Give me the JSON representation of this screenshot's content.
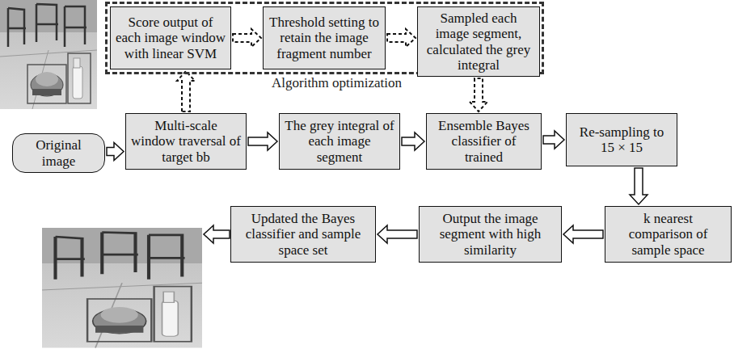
{
  "diagram": {
    "nodes": [
      {
        "text": [
          "Algorithm optimization"
        ]
      },
      {
        "text": [
          "Score output of each image window with linear SVM"
        ],
        "in": 0
      },
      {
        "text": [
          "Threshold setting to retain the image fragment number"
        ],
        "in": 0
      },
      {
        "text": [
          "Sampled each image segment, calculated the grey integral"
        ],
        "in": 0
      },
      {
        "text": [
          "Original image"
        ]
      },
      {
        "text": [
          "Multi-scale window traversal of target bb"
        ]
      },
      {
        "text": [
          "The grey integral of each image segment"
        ]
      },
      {
        "text": [
          "Ensemble Bayes classifier of trained"
        ]
      },
      {
        "text": [
          "Re-sampling to 15 × 15"
        ]
      },
      {
        "text": [
          "k nearest comparison of sample space"
        ]
      },
      {
        "text": [
          "Output the image segment with high similarity"
        ]
      },
      {
        "text": [
          "Updated the Bayes classifier and sample space set"
        ]
      }
    ],
    "edges": [
      {
        "from": 4,
        "to": 5,
        "arrow": "to"
      },
      {
        "from": 5,
        "to": 1,
        "arrow": "to"
      },
      {
        "from": 1,
        "to": 2,
        "arrow": "to"
      },
      {
        "from": 2,
        "to": 3,
        "arrow": "to"
      },
      {
        "from": 3,
        "to": 7,
        "arrow": "to"
      },
      {
        "from": 5,
        "to": 6,
        "arrow": "to"
      },
      {
        "from": 6,
        "to": 7,
        "arrow": "to"
      },
      {
        "from": 7,
        "to": 8,
        "arrow": "to"
      },
      {
        "from": 8,
        "to": 9,
        "arrow": "to"
      },
      {
        "from": 9,
        "to": 10,
        "arrow": "to"
      },
      {
        "from": 10,
        "to": 11,
        "arrow": "to"
      }
    ]
  }
}
